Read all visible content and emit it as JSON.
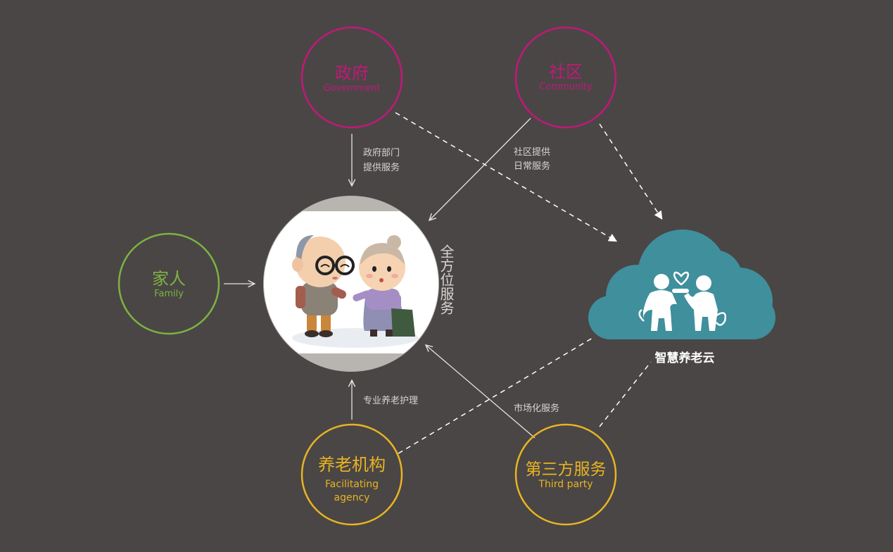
{
  "nodes": {
    "government": {
      "zh": "政府",
      "en": "Government"
    },
    "community": {
      "zh": "社区",
      "en": "Community"
    },
    "family": {
      "zh": "家人",
      "en": "Family"
    },
    "agency": {
      "zh": "养老机构",
      "en_line1": "Facilitating",
      "en_line2": "agency"
    },
    "third_party": {
      "zh": "第三方服务",
      "en": "Third party"
    },
    "cloud": {
      "label": "智慧养老云"
    },
    "center": {
      "vertical_label": "全方位服务"
    }
  },
  "edges": {
    "gov_label_1": "政府部门",
    "gov_label_2": "提供服务",
    "community_label_1": "社区提供",
    "community_label_2": "日常服务",
    "agency_label": "专业养老护理",
    "third_party_label": "市场化服务"
  },
  "colors": {
    "background": "#4a4645",
    "magenta": "#c2187a",
    "green": "#7cb342",
    "gold": "#e8b422",
    "cloud": "#3f8f9c",
    "line": "#e8e4e2"
  }
}
